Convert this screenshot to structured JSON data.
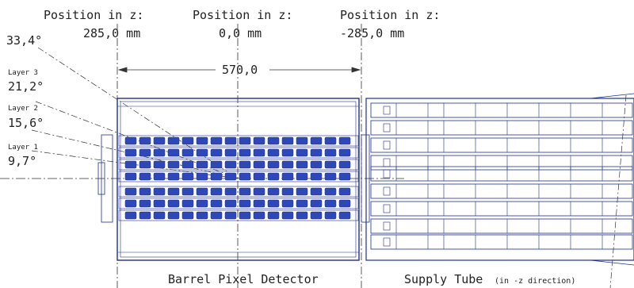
{
  "positions": [
    {
      "heading": "Position in z:",
      "value": "285,0 mm"
    },
    {
      "heading": "Position in z:",
      "value": "0,0 mm"
    },
    {
      "heading": "Position in z:",
      "value": "-285,0 mm"
    }
  ],
  "length_label": "570,0",
  "angles": {
    "outer": "33,4°",
    "layer3": {
      "name": "Layer 3",
      "angle": "21,2°"
    },
    "layer2": {
      "name": "Layer 2",
      "angle": "15,6°"
    },
    "layer1": {
      "name": "Layer 1",
      "angle": "9,7°"
    }
  },
  "captions": {
    "barrel": "Barrel Pixel Detector",
    "supply": "Supply Tube",
    "supply_note": "(in -z direction)"
  },
  "colors": {
    "drawing": "#1f2f8f",
    "module": "#2e48b8",
    "text": "#222222"
  }
}
